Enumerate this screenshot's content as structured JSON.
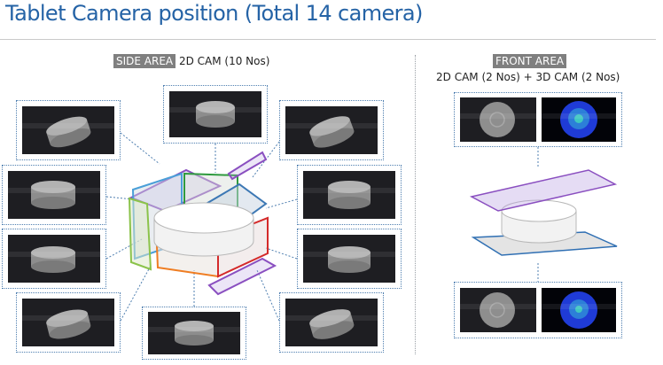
{
  "title": "Tablet Camera position (Total 14 camera)",
  "side_area": {
    "tag": "SIDE AREA",
    "desc": "2D CAM (10 Nos)"
  },
  "front_area": {
    "tag": "FRONT AREA",
    "desc": "2D CAM (2 Nos) + 3D CAM (2 Nos)"
  },
  "colors": {
    "title": "#2563a6",
    "frame_dotted": "#4f7fb0",
    "purple": "#8a4fc0",
    "blue": "#4a9fd8",
    "green": "#2e9a3e",
    "steel_blue": "#3c78b4",
    "red": "#d42a2a",
    "orange": "#ef7d22",
    "lime": "#8bc34a",
    "plane_front_bottom": "#2f6fb3"
  }
}
